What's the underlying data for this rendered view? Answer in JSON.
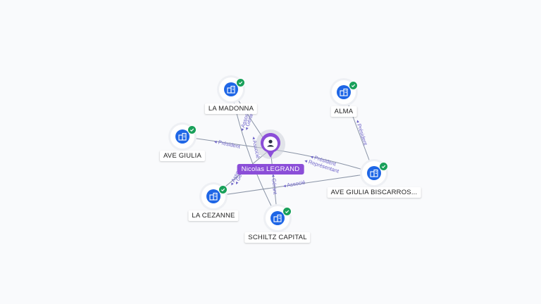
{
  "center": {
    "label": "Nicolas LEGRAND",
    "icon": "person-icon",
    "color": "#8b4ed8"
  },
  "nodes": [
    {
      "id": "la-madonna",
      "label": "LA MADONNA",
      "icon": "building-icon",
      "verified": true
    },
    {
      "id": "ave-giulia",
      "label": "AVE GIULIA",
      "icon": "building-icon",
      "verified": true
    },
    {
      "id": "la-cezanne",
      "label": "LA CEZANNE",
      "icon": "building-icon",
      "verified": true
    },
    {
      "id": "schiltz-capital",
      "label": "SCHILTZ CAPITAL",
      "icon": "building-icon",
      "verified": true
    },
    {
      "id": "alma",
      "label": "ALMA",
      "icon": "building-icon",
      "verified": true
    },
    {
      "id": "ave-giulia-biscarrosse",
      "label": "AVE GIULIA BISCARROS...",
      "icon": "building-icon",
      "verified": true
    }
  ],
  "edges": [
    {
      "from": "center",
      "to": "la-madonna",
      "labels": [
        "Gérant",
        "Associé"
      ]
    },
    {
      "from": "center",
      "to": "ave-giulia",
      "labels": [
        "Président"
      ]
    },
    {
      "from": "center",
      "to": "la-cezanne",
      "labels": [
        "Gérant",
        "Associé"
      ]
    },
    {
      "from": "center",
      "to": "schiltz-capital",
      "labels": [
        "Gérant"
      ]
    },
    {
      "from": "center",
      "to": "ave-giulia-biscarrosse",
      "labels": [
        "Président",
        "Représentant"
      ]
    },
    {
      "from": "alma",
      "to": "ave-giulia-biscarrosse",
      "labels": [
        "Président"
      ]
    },
    {
      "from": "la-cezanne",
      "to": "ave-giulia-biscarrosse",
      "labels": [
        "Associé"
      ]
    },
    {
      "from": "la-madonna",
      "to": "schiltz-capital",
      "labels": [
        "Associé"
      ]
    }
  ],
  "colors": {
    "company": "#1e66e6",
    "verified": "#19a05a",
    "edge": "#8a94a6",
    "edge_label": "#6e63c9"
  }
}
